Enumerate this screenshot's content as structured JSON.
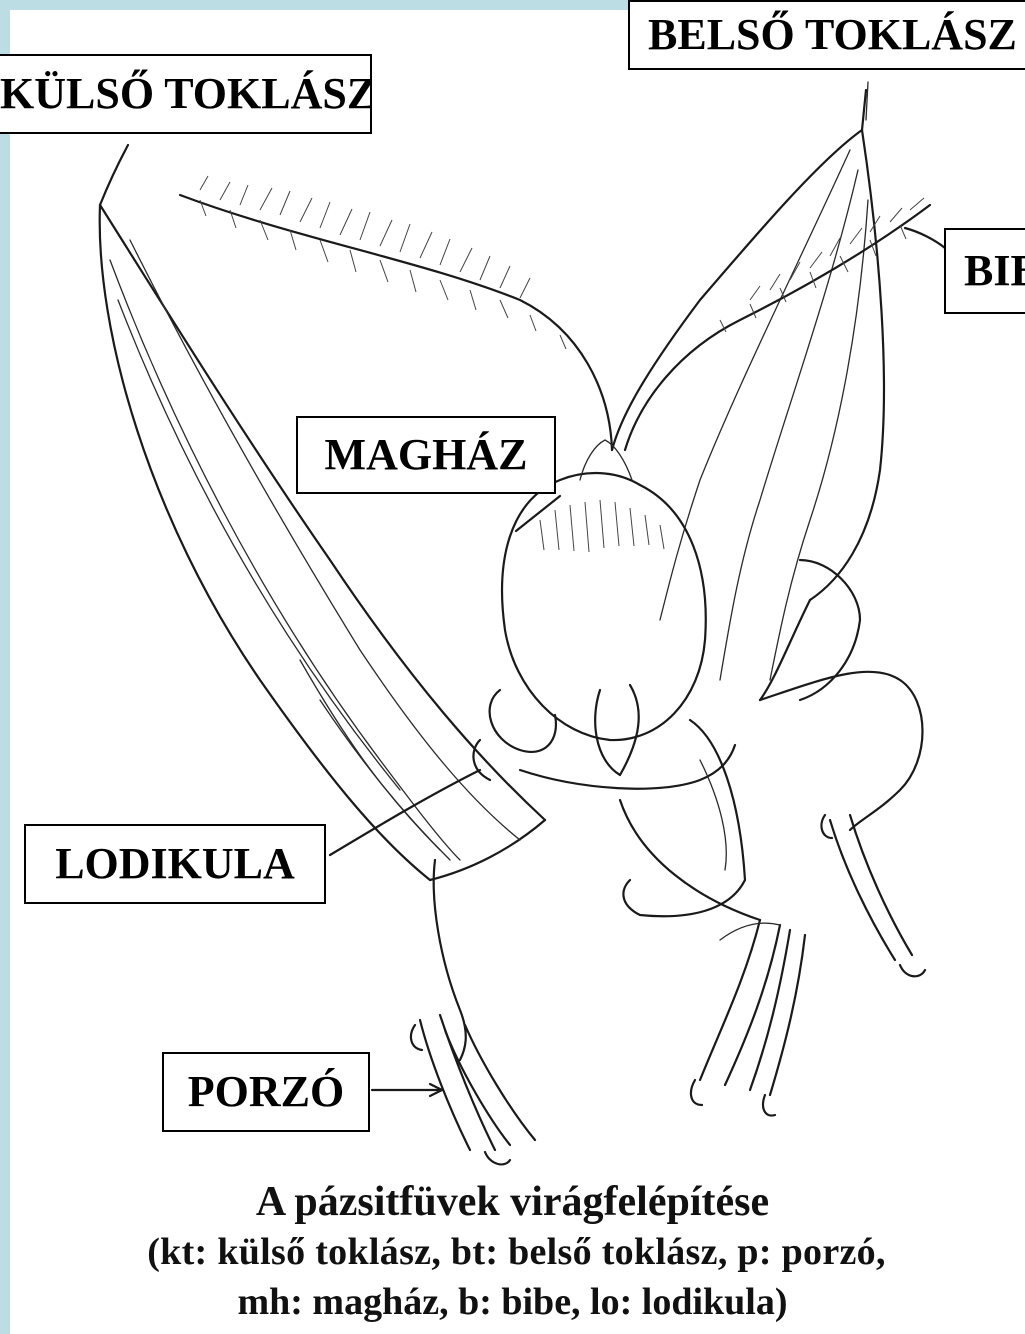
{
  "labels": {
    "kulso_toklasz": "KÜLSŐ TOKLÁSZ",
    "belso_toklasz": "BELSŐ TOKLÁSZ",
    "bibe": "BIBE",
    "maghaz": "MAGHÁZ",
    "lodikula": "LODIKULA",
    "porzo": "PORZÓ"
  },
  "caption": {
    "title": "A pázsitfüvek virágfelépítése",
    "line1": "(kt: külső toklász, bt: belső toklász, p: porzó,",
    "line2": "mh: magház, b: bibe, lo: lodikula)"
  },
  "colors": {
    "frame": "#bcdde4",
    "ink": "#1a1a1a",
    "background": "#ffffff"
  }
}
